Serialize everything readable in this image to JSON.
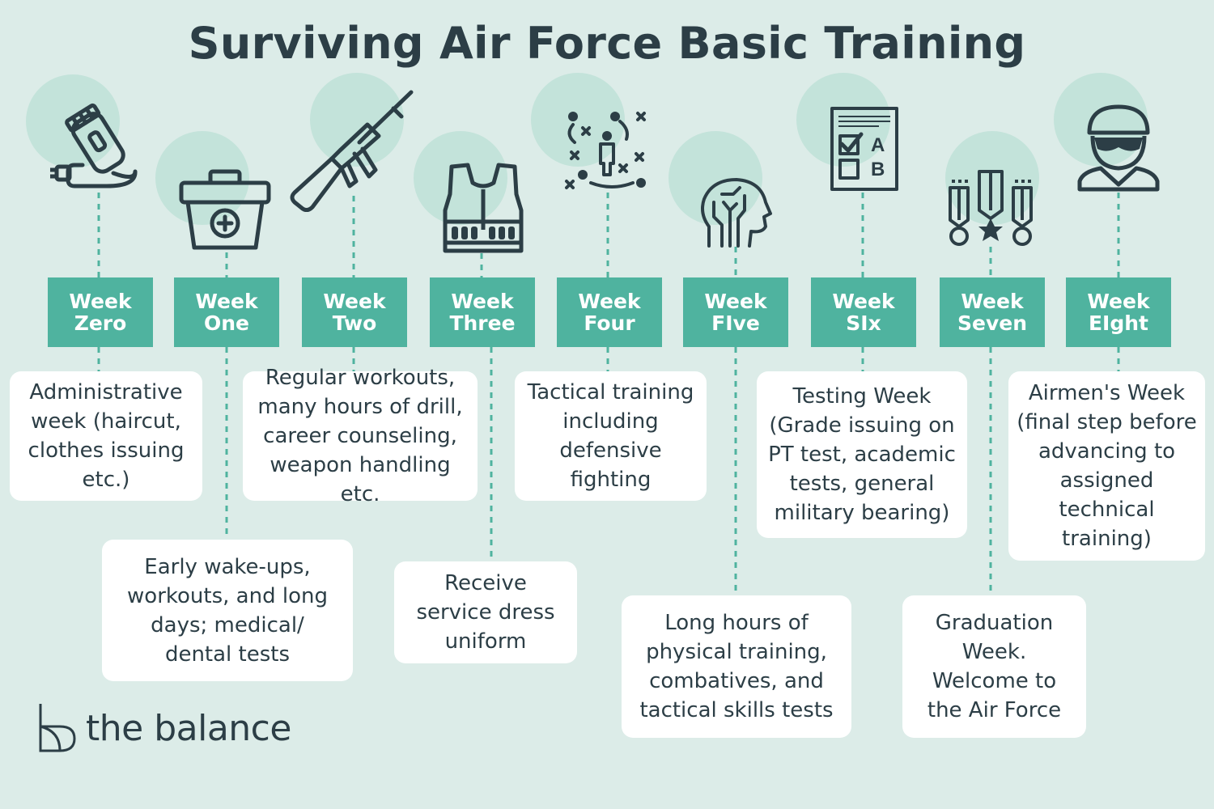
{
  "title": "Surviving Air Force Basic Training",
  "colors": {
    "background": "#dcece8",
    "accent": "#4fb39f",
    "circle": "#c3e3da",
    "icon": "#2c3e46",
    "text": "#2c3e46",
    "card": "#ffffff"
  },
  "weeks": [
    {
      "line1": "Week",
      "line2": "Zero",
      "icon": "hair-clipper-icon",
      "description": [
        "Administrative",
        "week (haircut,",
        "clothes issuing",
        "etc.)"
      ]
    },
    {
      "line1": "Week",
      "line2": "One",
      "icon": "first-aid-kit-icon",
      "description": [
        "Early wake-ups,",
        "workouts, and long",
        "days; medical/",
        "dental tests"
      ]
    },
    {
      "line1": "Week",
      "line2": "Two",
      "icon": "rifle-icon",
      "description": [
        "Regular workouts,",
        "many hours of drill,",
        "career counseling,",
        "weapon handling etc."
      ]
    },
    {
      "line1": "Week",
      "line2": "Three",
      "icon": "tactical-vest-icon",
      "description": [
        "Receive",
        "service dress",
        "uniform"
      ]
    },
    {
      "line1": "Week",
      "line2": "Four",
      "icon": "tactics-play-icon",
      "description": [
        "Tactical training",
        "including",
        "defensive",
        "fighting"
      ]
    },
    {
      "line1": "Week",
      "line2": "FIve",
      "icon": "brain-head-icon",
      "description": [
        "Long hours of",
        "physical training,",
        "combatives, and",
        "tactical skills tests"
      ]
    },
    {
      "line1": "Week",
      "line2": "SIx",
      "icon": "test-sheet-icon",
      "description": [
        "Testing Week",
        "(Grade issuing on",
        "PT test, academic",
        "tests, general",
        "military bearing)"
      ]
    },
    {
      "line1": "Week",
      "line2": "Seven",
      "icon": "medals-icon",
      "description": [
        "Graduation",
        "Week.",
        "Welcome to",
        "the Air Force"
      ]
    },
    {
      "line1": "Week",
      "line2": "EIght",
      "icon": "airman-helmet-icon",
      "description": [
        "Airmen's Week",
        "(final step before",
        "advancing to",
        "assigned",
        "technical",
        "training)"
      ]
    }
  ],
  "brand": {
    "name": "the balance",
    "logo_icon": "the-balance-logo-icon"
  }
}
